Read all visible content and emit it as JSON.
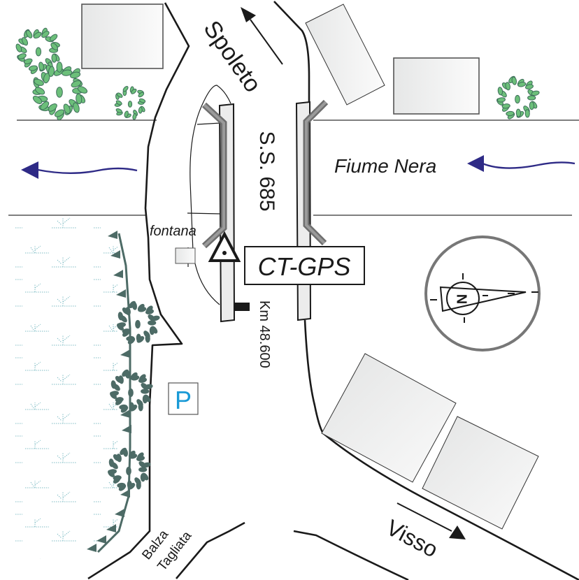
{
  "map": {
    "title": "CT-GPS station site sketch",
    "labels": {
      "spoleto": "Spoleto",
      "road_name": "S.S. 685",
      "river": "Fiume Nera",
      "fontana": "fontana",
      "station": "CT-GPS",
      "km_marker": "Km 48.600",
      "parking": "P",
      "cliff_line1": "Balza",
      "cliff_line2": "Tagliata",
      "visso": "Visso",
      "compass_letter": "N"
    },
    "colors": {
      "river_arrow": "#2e2a86",
      "tree_light": "#6cbf7a",
      "tree_dark": "#4d6b66",
      "tree_stroke": "#3e6e5a",
      "parking_blue": "#1a9ad6",
      "grass_hatch": "#7fbcc4",
      "building_fill": "#ececec",
      "compass_ring": "#777777"
    },
    "icons": [
      "north-arrow-icon",
      "triangulation-point-icon",
      "parking-icon",
      "direction-arrow-spoleto-icon",
      "direction-arrow-visso-icon",
      "river-flow-arrow-icon"
    ]
  }
}
